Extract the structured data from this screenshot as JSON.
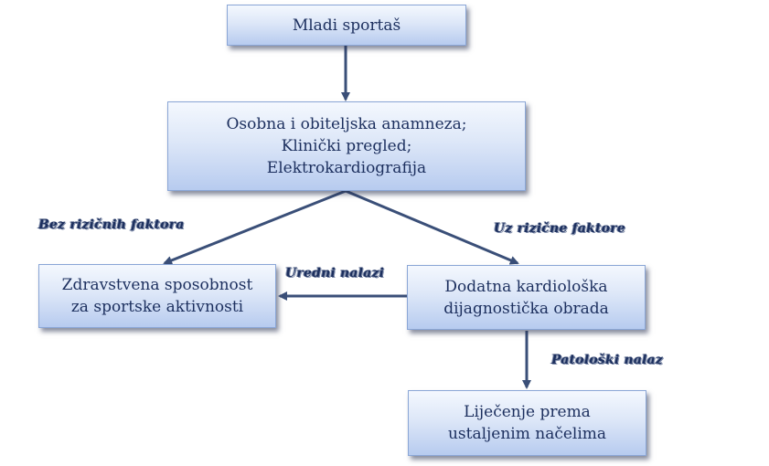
{
  "nodes": {
    "young_athlete": {
      "lines": [
        "Mladi sportaš"
      ]
    },
    "screening": {
      "lines": [
        "Osobna i obiteljska anamneza;",
        "Klinički pregled;",
        "Elektrokardiografija"
      ]
    },
    "fitness": {
      "lines": [
        "Zdravstvena sposobnost",
        "za sportske aktivnosti"
      ]
    },
    "additional_workup": {
      "lines": [
        "Dodatna kardiološka",
        "dijagnostička obrada"
      ]
    },
    "treatment": {
      "lines": [
        "Liječenje prema",
        "ustaljenim načelima"
      ]
    }
  },
  "edge_labels": {
    "no_risk": "Bez rizičnih faktora",
    "with_risk": "Uz rizične faktore",
    "normal_findings": "Uredni nalazi",
    "pathological_finding": "Patološki nalaz"
  },
  "colors": {
    "arrow": "#3a4f78",
    "text": "#1c2f5e",
    "box_border": "#8aa6d6"
  }
}
